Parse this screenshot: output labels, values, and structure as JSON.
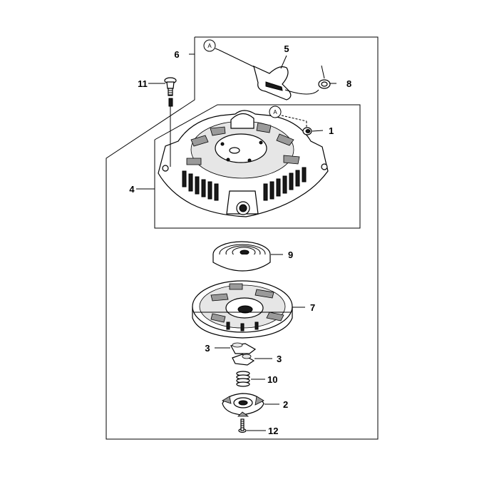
{
  "diagram": {
    "ref_marker": "A",
    "callouts": {
      "c1": "1",
      "c2": "2",
      "c3a": "3",
      "c3b": "3",
      "c4": "4",
      "c5": "5",
      "c6": "6",
      "c7": "7",
      "c8": "8",
      "c9": "9",
      "c10": "10",
      "c11": "11",
      "c12": "12"
    }
  }
}
